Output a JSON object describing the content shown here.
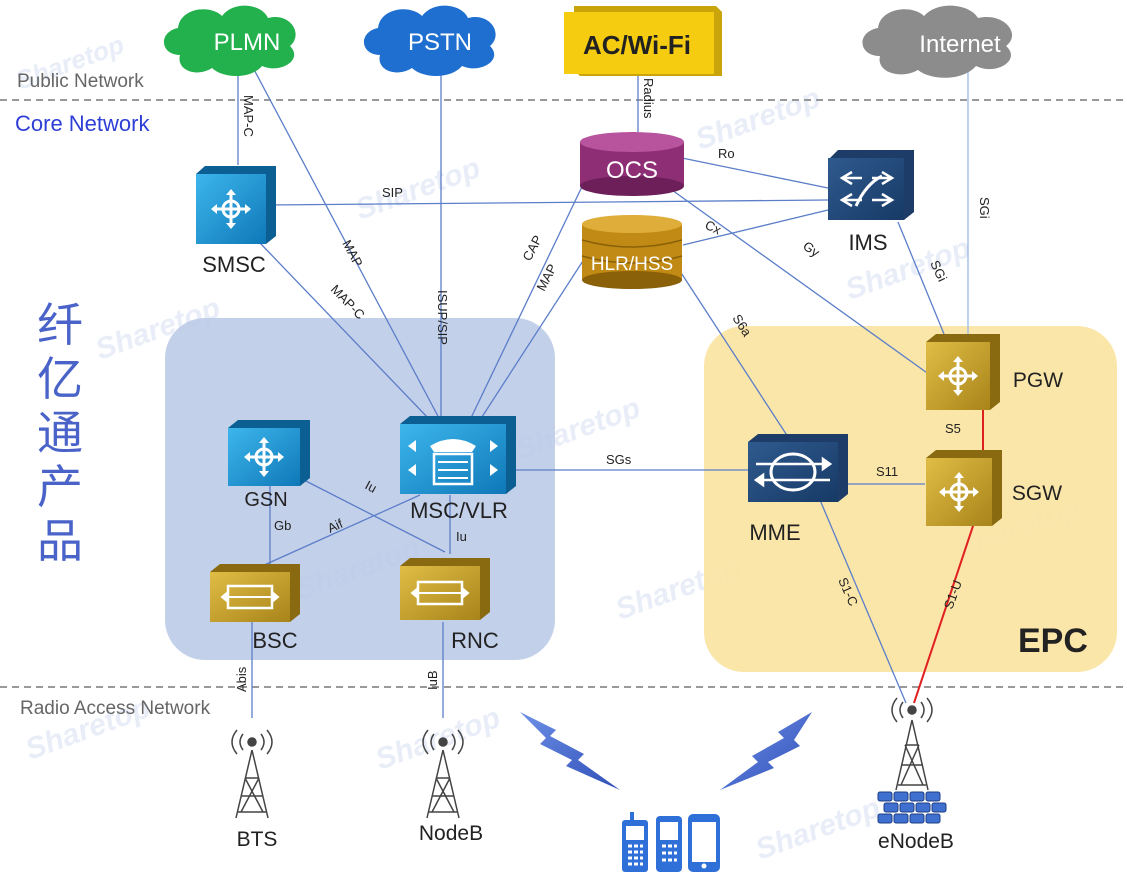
{
  "zones": {
    "public": "Public Network",
    "core": "Core Network",
    "ran": "Radio Access Network",
    "epc": "EPC"
  },
  "side_text": [
    "纤",
    "亿",
    "通",
    "产",
    "品"
  ],
  "watermark": "Sharetop",
  "clouds": {
    "plmn": "PLMN",
    "pstn": "PSTN",
    "internet": "Internet"
  },
  "nodes": {
    "acwifi": "AC/Wi-Fi",
    "ocs": "OCS",
    "hlr": "HLR/HSS",
    "ims": "IMS",
    "smsc": "SMSC",
    "gsn": "GSN",
    "msc": "MSC/VLR",
    "bsc": "BSC",
    "rnc": "RNC",
    "mme": "MME",
    "pgw": "PGW",
    "sgw": "SGW",
    "bts": "BTS",
    "nodeb": "NodeB",
    "enodeb": "eNodeB"
  },
  "links": {
    "mapc_top": "MAP-C",
    "radius": "Radius",
    "ro": "Ro",
    "sip": "SIP",
    "cx": "Cx",
    "gy": "Gy",
    "sgi_top": "SGi",
    "sgi_ims": "SGi",
    "map": "MAP",
    "isup": "ISUP/SIP",
    "cap": "CAP",
    "map2": "MAP",
    "mapc": "MAP-C",
    "s6a": "S6a",
    "s5": "S5",
    "sgs": "SGs",
    "s11": "S11",
    "iu_gsn": "Iu",
    "aif": "Aif",
    "iu": "Iu",
    "gb": "Gb",
    "abis": "Abis",
    "iub": "IuB",
    "s1c": "S1-C",
    "s1u": "S1-U"
  },
  "colors": {
    "link_blue": "#5b7ec9",
    "s_plane_red": "#e02020",
    "ran_box": "#b9c8e6",
    "epc_box": "#fbe3a0",
    "node_blue": "#1b9ad6",
    "node_gold": "#c9a227",
    "ocs_purple": "#8e2f76",
    "hlr_gold": "#c08a14",
    "cloud_green": "#22b14c",
    "cloud_blue": "#1e6fd0",
    "cloud_gray": "#8c8c8c",
    "acwifi_yellow": "#f5cc10"
  }
}
